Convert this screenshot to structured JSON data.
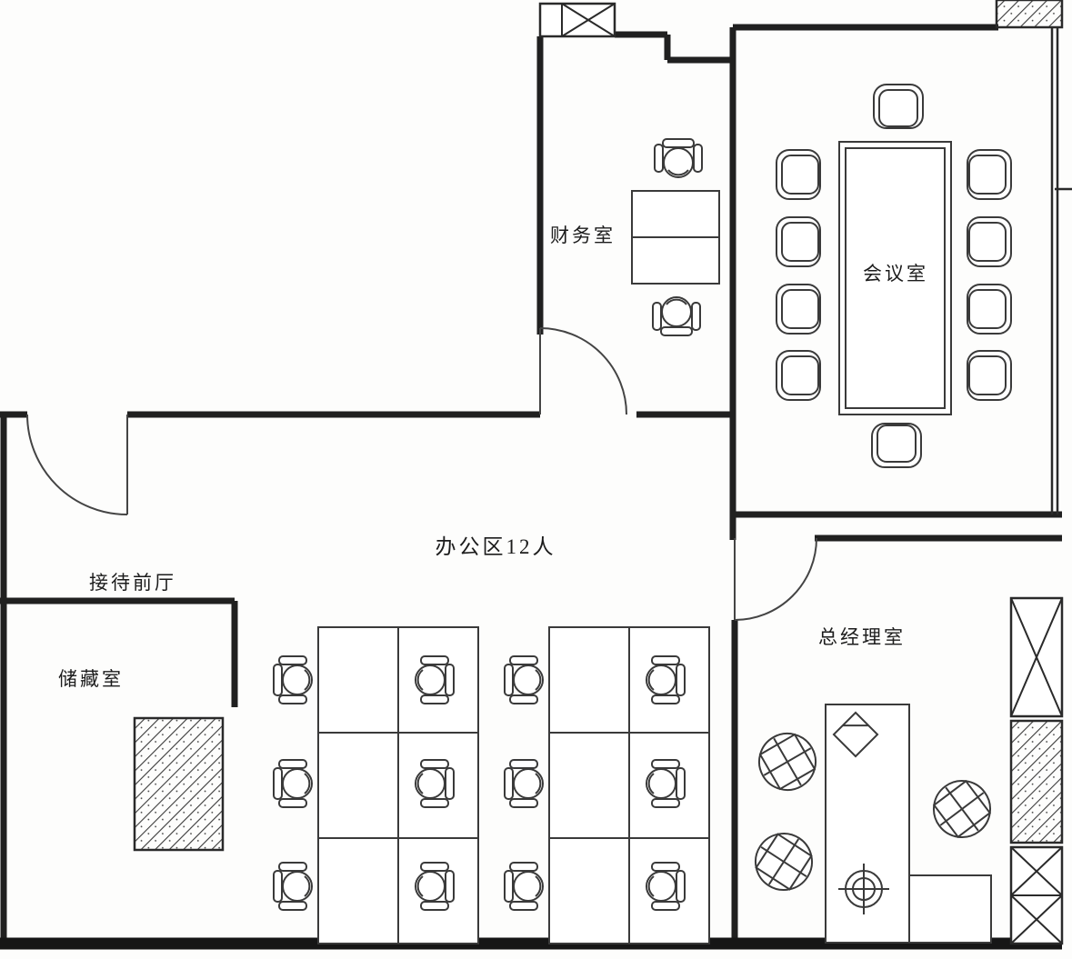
{
  "diagram": {
    "type": "office-floor-plan",
    "line_color": "#2b2b2b",
    "rooms": [
      {
        "id": "finance",
        "label": "财务室"
      },
      {
        "id": "meeting",
        "label": "会议室",
        "seats": 10
      },
      {
        "id": "open-office",
        "label": "办公区12人",
        "workstations": 12
      },
      {
        "id": "reception",
        "label": "接待前厅"
      },
      {
        "id": "storage",
        "label": "储藏室"
      },
      {
        "id": "manager",
        "label": "总经理室",
        "guest_chairs": 3
      }
    ]
  }
}
